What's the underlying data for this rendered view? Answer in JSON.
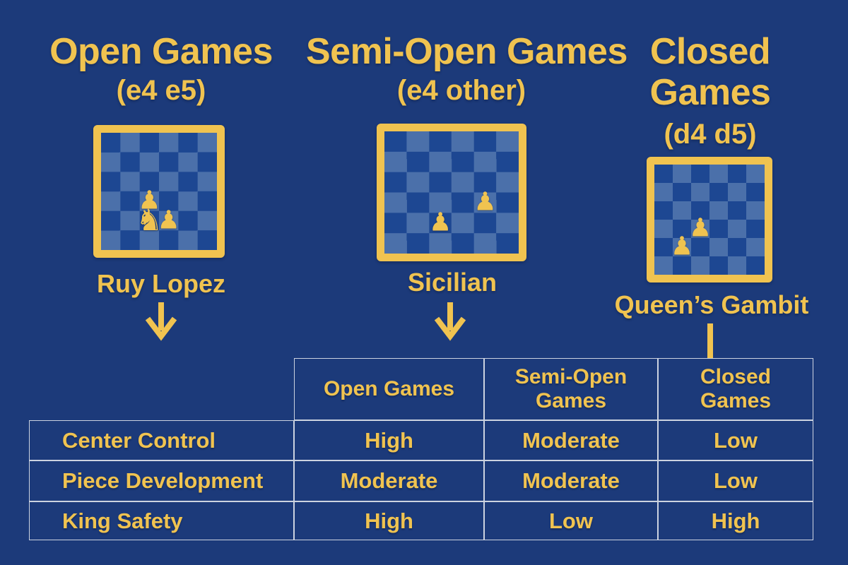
{
  "colors": {
    "background": "#1c3a7a",
    "gold": "#f0c350",
    "board_dark_square": "#1d4792",
    "board_light_square": "#4b70aa",
    "table_border": "#ccd3e0"
  },
  "columns": [
    {
      "title_lines": [
        "Open Games"
      ],
      "subtitle": "(e4 e5)",
      "opening": "Ruy Lopez",
      "connector": "arrow",
      "board": {
        "rows": 6,
        "cols": 6,
        "pieces": [
          {
            "name": "pawn",
            "glyph": "♟",
            "row": 3,
            "col": 2
          },
          {
            "name": "knight",
            "glyph": "♞",
            "row": 4,
            "col": 2
          },
          {
            "name": "pawn",
            "glyph": "♟",
            "row": 4,
            "col": 3
          }
        ]
      }
    },
    {
      "title_lines": [
        "Semi-Open Games"
      ],
      "subtitle": "(e4 other)",
      "opening": "Sicilian",
      "connector": "arrow",
      "board": {
        "rows": 6,
        "cols": 6,
        "pieces": [
          {
            "name": "pawn",
            "glyph": "♟",
            "row": 3,
            "col": 4
          },
          {
            "name": "pawn",
            "glyph": "♟",
            "row": 4,
            "col": 2
          }
        ]
      }
    },
    {
      "title_lines": [
        "Closed",
        "Games"
      ],
      "subtitle": "(d4 d5)",
      "opening": "Queen’s Gambit",
      "connector": "line",
      "board": {
        "rows": 6,
        "cols": 6,
        "pieces": [
          {
            "name": "pawn",
            "glyph": "♟",
            "row": 3,
            "col": 2
          },
          {
            "name": "pawn",
            "glyph": "♟",
            "row": 4,
            "col": 1
          }
        ]
      }
    }
  ],
  "table": {
    "col_headers": [
      {
        "lines": [
          "Open Games"
        ]
      },
      {
        "lines": [
          "Semi-Open",
          "Games"
        ]
      },
      {
        "lines": [
          "Closed",
          "Games"
        ]
      }
    ],
    "rows": [
      {
        "label": "Center Control",
        "values": [
          "High",
          "Moderate",
          "Low"
        ]
      },
      {
        "label": "Piece Development",
        "values": [
          "Moderate",
          "Moderate",
          "Low"
        ]
      },
      {
        "label": "King Safety",
        "values": [
          "High",
          "Low",
          "High"
        ]
      }
    ]
  }
}
